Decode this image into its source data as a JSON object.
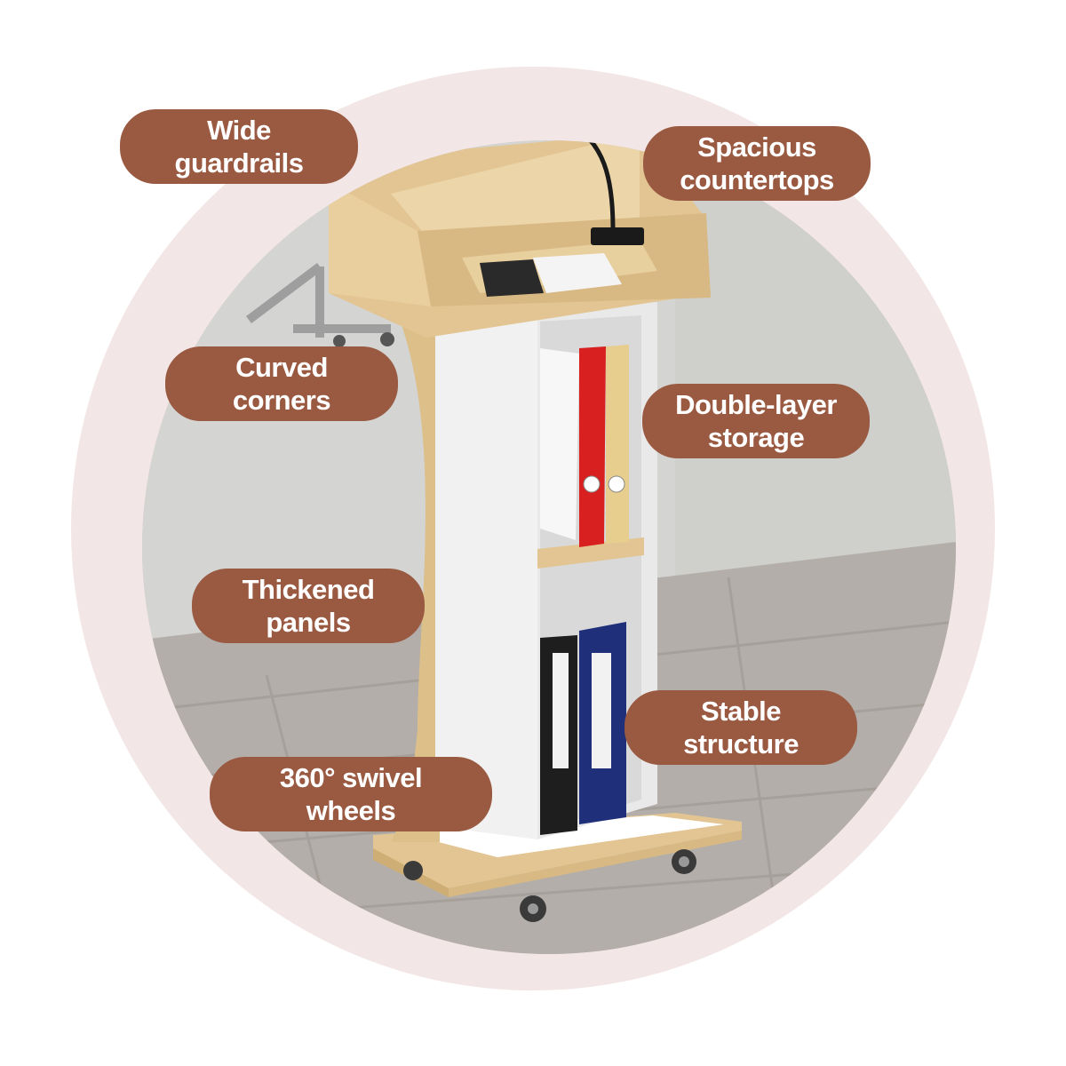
{
  "colors": {
    "label_bg": "#9a5a42",
    "ring_bg": "#f3e6e6",
    "wood": "#e2c592",
    "panel": "#f4f4f4"
  },
  "labels": {
    "wide_guardrails": [
      "Wide",
      "guardrails"
    ],
    "spacious_countertops": [
      "Spacious",
      "countertops"
    ],
    "curved_corners": [
      "Curved",
      "corners"
    ],
    "double_layer_storage": [
      "Double-layer",
      "storage"
    ],
    "thickened_panels": [
      "Thickened",
      "panels"
    ],
    "stable_structure": [
      "Stable",
      "structure"
    ],
    "swivel_wheels": [
      "360° swivel",
      "wheels"
    ]
  }
}
